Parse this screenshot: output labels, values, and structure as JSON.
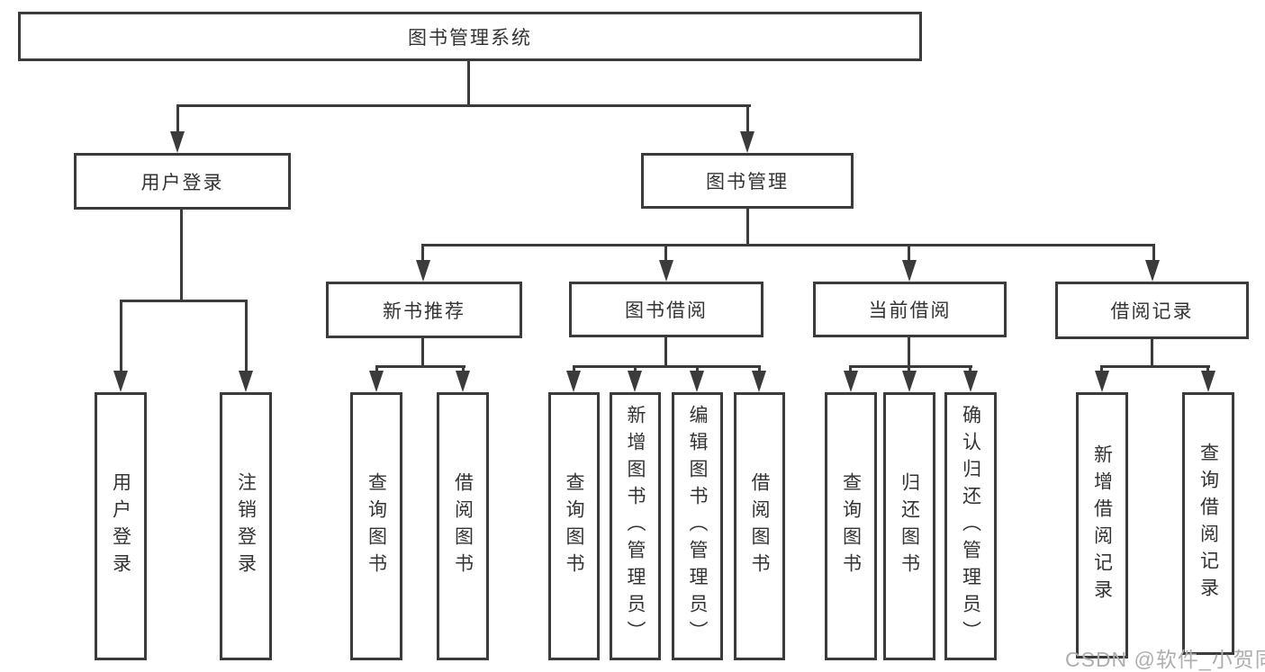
{
  "diagram": {
    "title_node": "root",
    "root": {
      "label": "图书管理系统"
    },
    "branches": [
      {
        "label": "用户登录",
        "children": [
          {
            "label": "用户登录"
          },
          {
            "label": "注销登录"
          }
        ]
      },
      {
        "label": "图书管理",
        "children": [
          {
            "label": "新书推荐",
            "children": [
              {
                "label": "查询图书"
              },
              {
                "label": "借阅图书"
              }
            ]
          },
          {
            "label": "图书借阅",
            "children": [
              {
                "label": "查询图书"
              },
              {
                "label": "新增图书（管理员）"
              },
              {
                "label": "编辑图书（管理员）"
              },
              {
                "label": "借阅图书"
              }
            ]
          },
          {
            "label": "当前借阅",
            "children": [
              {
                "label": "查询图书"
              },
              {
                "label": "归还图书"
              },
              {
                "label": "确认归还（管理员）"
              }
            ]
          },
          {
            "label": "借阅记录",
            "children": [
              {
                "label": "新增借阅记录"
              },
              {
                "label": "查询借阅记录"
              }
            ]
          }
        ]
      }
    ],
    "watermark": "CSDN @软件_小贺同学",
    "colors": {
      "line": "#3b3b3b",
      "text": "#333333",
      "watermark": "#aeaeae",
      "background": "#ffffff"
    }
  }
}
